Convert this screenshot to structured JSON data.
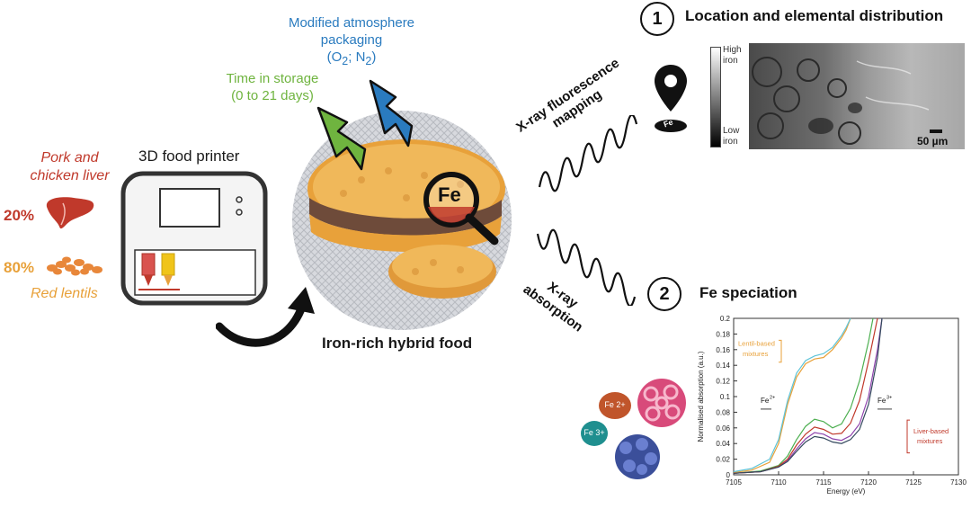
{
  "colors": {
    "liver": "#c0392b",
    "lentil": "#e8a13a",
    "time_green": "#6fb43f",
    "map_blue": "#2a7bbf",
    "dark": "#1a1a1a"
  },
  "ingredients": {
    "liver_label": "Pork and chicken liver",
    "liver_pct": "20%",
    "lentil_pct": "80%",
    "lentil_label": "Red lentils"
  },
  "printer": {
    "label": "3D food printer"
  },
  "food": {
    "label": "Iron-rich hybrid food",
    "fe_label": "Fe"
  },
  "storage": {
    "time_label": "Time in storage",
    "time_range": "(0 to 21 days)"
  },
  "map": {
    "label_line1": "Modified atmosphere",
    "label_line2": "packaging",
    "gas_o": "O",
    "gas_o_sub": "2",
    "gas_sep": "; N",
    "gas_n_sub": "2",
    "paren_open": "(",
    "paren_close": ")"
  },
  "section1": {
    "number": "1",
    "title": "Location and elemental distribution",
    "scale_high": "High iron",
    "scale_low": "Low iron",
    "scalebar": "50 µm",
    "pin_label": "Fe",
    "wave_label_line1": "X-ray fluorescence",
    "wave_label_line2": "mapping"
  },
  "section2": {
    "number": "2",
    "title": "Fe speciation",
    "wave_label_line1": "X-ray",
    "wave_label_line2": "absorption",
    "fe2_ball": "Fe 2+",
    "fe3_ball": "Fe 3+"
  },
  "chart_data": {
    "type": "line",
    "xlabel": "Energy (eV)",
    "ylabel": "Normalised absorption (a.u.)",
    "xlim": [
      7105,
      7130
    ],
    "ylim": [
      0,
      0.2
    ],
    "xticks": [
      7105,
      7110,
      7115,
      7120,
      7125,
      7130
    ],
    "yticks": [
      0,
      0.02,
      0.04,
      0.06,
      0.08,
      0.1,
      0.12,
      0.14,
      0.16,
      0.18,
      0.2
    ],
    "annotations": {
      "lentil": "Lentil-based mixtures",
      "liver": "Liver-based mixtures",
      "fe2_base": "Fe",
      "fe2_sup": "2+",
      "fe3_base": "Fe",
      "fe3_sup": "3+"
    },
    "series": [
      {
        "color": "#e8a13a",
        "x": [
          7105,
          7107,
          7109,
          7110,
          7111,
          7112,
          7113,
          7114,
          7115,
          7116,
          7117,
          7117.5,
          7118
        ],
        "y": [
          0.003,
          0.006,
          0.016,
          0.04,
          0.09,
          0.125,
          0.142,
          0.148,
          0.15,
          0.16,
          0.175,
          0.185,
          0.2
        ]
      },
      {
        "color": "#5ec4d8",
        "x": [
          7105,
          7107,
          7109,
          7110,
          7111,
          7112,
          7113,
          7114,
          7115,
          7116,
          7117,
          7117.5,
          7118
        ],
        "y": [
          0.004,
          0.008,
          0.02,
          0.045,
          0.095,
          0.13,
          0.146,
          0.152,
          0.155,
          0.163,
          0.178,
          0.188,
          0.2
        ]
      },
      {
        "color": "#4caf50",
        "x": [
          7105,
          7108,
          7110,
          7111,
          7112,
          7113,
          7114,
          7115,
          7116,
          7117,
          7118,
          7119,
          7120,
          7120.5
        ],
        "y": [
          0.002,
          0.005,
          0.012,
          0.024,
          0.045,
          0.062,
          0.071,
          0.068,
          0.06,
          0.065,
          0.085,
          0.12,
          0.17,
          0.2
        ]
      },
      {
        "color": "#8e44ad",
        "x": [
          7105,
          7108,
          7110,
          7111,
          7112,
          7113,
          7114,
          7115,
          7116,
          7117,
          7118,
          7119,
          7120,
          7121,
          7121.5
        ],
        "y": [
          0.002,
          0.004,
          0.01,
          0.018,
          0.033,
          0.046,
          0.054,
          0.052,
          0.046,
          0.044,
          0.05,
          0.065,
          0.1,
          0.16,
          0.2
        ]
      },
      {
        "color": "#c0392b",
        "x": [
          7105,
          7108,
          7110,
          7111,
          7112,
          7113,
          7114,
          7115,
          7116,
          7117,
          7118,
          7119,
          7120,
          7121
        ],
        "y": [
          0.002,
          0.004,
          0.011,
          0.02,
          0.038,
          0.052,
          0.061,
          0.058,
          0.052,
          0.053,
          0.066,
          0.095,
          0.145,
          0.2
        ]
      },
      {
        "color": "#34495e",
        "x": [
          7105,
          7108,
          7110,
          7111,
          7112,
          7113,
          7114,
          7115,
          7116,
          7117,
          7118,
          7119,
          7120,
          7121,
          7121.5
        ],
        "y": [
          0.002,
          0.004,
          0.01,
          0.017,
          0.03,
          0.042,
          0.049,
          0.047,
          0.042,
          0.04,
          0.045,
          0.058,
          0.09,
          0.15,
          0.2
        ]
      }
    ]
  }
}
